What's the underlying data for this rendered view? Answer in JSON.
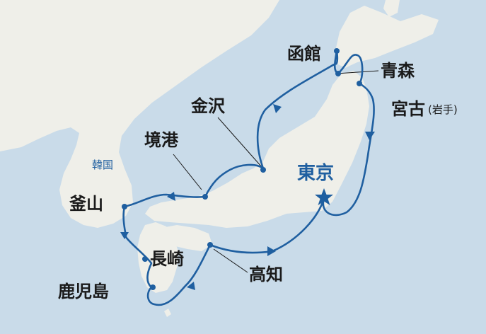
{
  "colors": {
    "sea": "#c9dbe9",
    "land": "#efefe9",
    "route": "#1f5fa0",
    "label": "#1a1a1a",
    "highlight": "#1f5fa0"
  },
  "country_label": "韓国",
  "start_port": {
    "name": "東京",
    "marker": "star-icon"
  },
  "ports": [
    {
      "id": "hakodate",
      "name": "函館"
    },
    {
      "id": "aomori",
      "name": "青森"
    },
    {
      "id": "miyako",
      "name": "宮古",
      "note": "(岩手)"
    },
    {
      "id": "kanazawa",
      "name": "金沢"
    },
    {
      "id": "sakaiminato",
      "name": "境港"
    },
    {
      "id": "busan",
      "name": "釜山"
    },
    {
      "id": "nagasaki",
      "name": "長崎"
    },
    {
      "id": "kagoshima",
      "name": "鹿児島"
    },
    {
      "id": "kochi",
      "name": "高知"
    }
  ]
}
